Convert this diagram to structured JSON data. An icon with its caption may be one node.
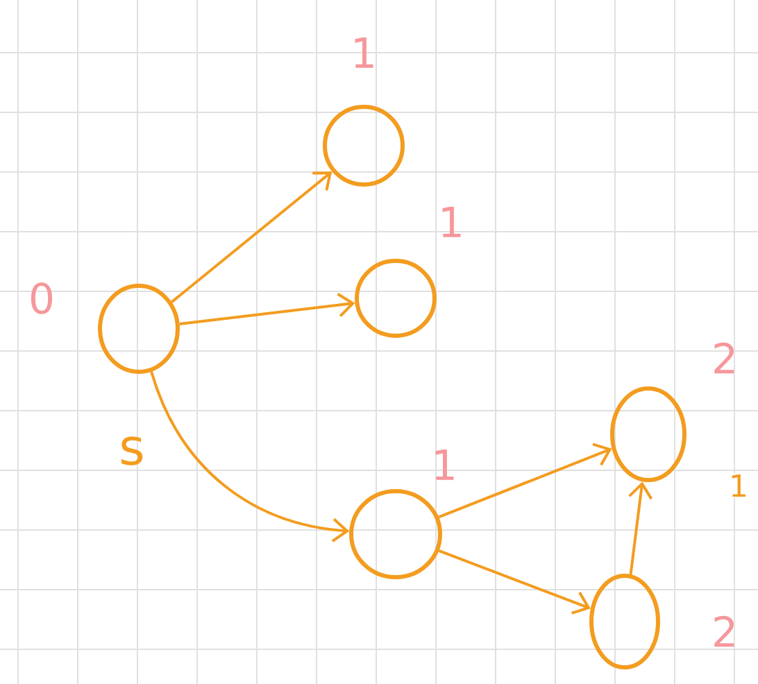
{
  "diagram": {
    "nodes": [
      {
        "text": [],
        "shape": "circle",
        "beside": [
          "0"
        ]
      },
      {
        "text": [],
        "shape": "circle",
        "beside": [
          "1"
        ]
      },
      {
        "text": [],
        "shape": "circle",
        "beside": [
          "1"
        ]
      },
      {
        "text": [],
        "shape": "circle",
        "beside": [
          "1"
        ]
      },
      {
        "text": [],
        "shape": "circle",
        "beside": [
          "2"
        ]
      },
      {
        "text": [],
        "shape": "circle",
        "beside": [
          "2"
        ]
      }
    ],
    "edges": [
      {
        "from": 0,
        "to": 1,
        "arrow": "to"
      },
      {
        "from": 0,
        "to": 2,
        "arrow": "to"
      },
      {
        "from": 0,
        "to": 3,
        "arrow": "to"
      },
      {
        "from": 3,
        "to": 4,
        "arrow": "to"
      },
      {
        "from": 3,
        "to": 5,
        "arrow": "to"
      },
      {
        "from": 5,
        "to": 4,
        "arrow": "to",
        "label": "1"
      }
    ],
    "labels": [
      "s"
    ]
  }
}
